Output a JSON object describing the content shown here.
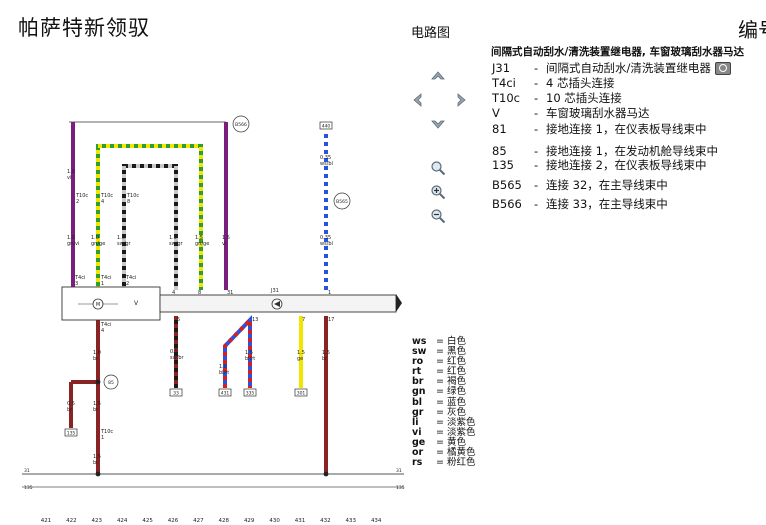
{
  "header": {
    "title": "帕萨特新领驭",
    "subtitle": "电路图",
    "code_label": "编号"
  },
  "legend": {
    "title": "间隔式自动刮水/清洗装置继电器, 车窗玻璃刮水器马达",
    "items": [
      {
        "code": "J31",
        "desc": "间隔式自动刮水/清洗装置继电器"
      },
      {
        "code": "T4ci",
        "desc": "4 芯插头连接"
      },
      {
        "code": "T10c",
        "desc": "10 芯插头连接"
      },
      {
        "code": "V",
        "desc": "车窗玻璃刮水器马达"
      },
      {
        "code": "81",
        "desc": "接地连接 1，在仪表板导线束中"
      },
      {
        "code": "85",
        "desc": "接地连接 1，在发动机舱导线束中"
      },
      {
        "code": "135",
        "desc": "接地连接 2，在仪表板导线束中"
      },
      {
        "code": "B565",
        "desc": "连接 32，在主导线束中"
      },
      {
        "code": "B566",
        "desc": "连接 33，在主导线束中"
      }
    ]
  },
  "wire_colors": [
    {
      "code": "ws",
      "name": "白色"
    },
    {
      "code": "sw",
      "name": "黑色"
    },
    {
      "code": "ro",
      "name": "红色"
    },
    {
      "code": "rt",
      "name": "红色"
    },
    {
      "code": "br",
      "name": "褐色"
    },
    {
      "code": "gn",
      "name": "绿色"
    },
    {
      "code": "bl",
      "name": "蓝色"
    },
    {
      "code": "gr",
      "name": "灰色"
    },
    {
      "code": "li",
      "name": "淡紫色"
    },
    {
      "code": "vi",
      "name": "淡紫色"
    },
    {
      "code": "ge",
      "name": "黄色"
    },
    {
      "code": "or",
      "name": "橘黄色"
    },
    {
      "code": "rs",
      "name": "粉红色"
    }
  ],
  "diagram": {
    "colors": {
      "violet": "#7b1f7e",
      "green": "#2e9e2e",
      "yellow": "#f2e600",
      "black": "#1a1a1a",
      "grey": "#c8c8c8",
      "blue": "#2a52e0",
      "white": "#ffffff",
      "brown": "#8a2323",
      "red": "#d42020"
    },
    "relay_label": "J31",
    "motor_label": "V",
    "motor_symbol": "M",
    "bus_labels": {
      "b31": "31",
      "b135": "135"
    },
    "connectors": {
      "t10c_a": "T10c",
      "t10c_a_pin": "2",
      "t10c_b": "T10c",
      "t10c_b_pin": "4",
      "t10c_c": "T10c",
      "t10c_c_pin": "8",
      "t10c_d": "T10c",
      "t10c_d_pin": "1",
      "t4ci_1": "T4ci",
      "t4ci_1_pin": "3",
      "t4ci_2": "T4ci",
      "t4ci_2_pin": "1",
      "t4ci_3": "T4ci",
      "t4ci_3_pin": "2",
      "t4ci_4": "T4ci",
      "t4ci_4_pin": "4"
    },
    "wires": {
      "w1": "1.0\nvi",
      "w2": "1.0\ngn/vi",
      "w3": "1.0\ngn/ge",
      "w4": "1.0\nsw/gr",
      "w5": "1.5\nsw/gr",
      "w6": "1.5\ngn/ge",
      "w7": "1.5\nvi",
      "w8": "0.35\nws/bl",
      "w9": "0.35\nws/bl",
      "w10": "1.0\nbr",
      "w11": "0.5\nsw/br",
      "w12": "1.0\nbl/rt",
      "w13": "1.5\nbl/rt",
      "w14": "1.5\nge",
      "w15": "1.5\nbr",
      "w16": "0.5\nbr",
      "w17": "1.5\nbr",
      "w18": "1.5\nbr"
    },
    "pins": {
      "p4": "4",
      "p8": "8",
      "p31": "31",
      "p1": "1",
      "p5": "5",
      "p13": "13",
      "p7": "7",
      "p17": "17",
      "p2": "2",
      "p4b": "4"
    },
    "refs": {
      "r566": "B566",
      "r565": "B565",
      "r85": "85",
      "r33": "33",
      "r431": "431",
      "r335": "335",
      "r301": "301",
      "r135": "135",
      "r440": "440"
    },
    "columns": [
      "421",
      "422",
      "423",
      "424",
      "425",
      "426",
      "427",
      "428",
      "429",
      "430",
      "431",
      "432",
      "433",
      "434"
    ]
  }
}
